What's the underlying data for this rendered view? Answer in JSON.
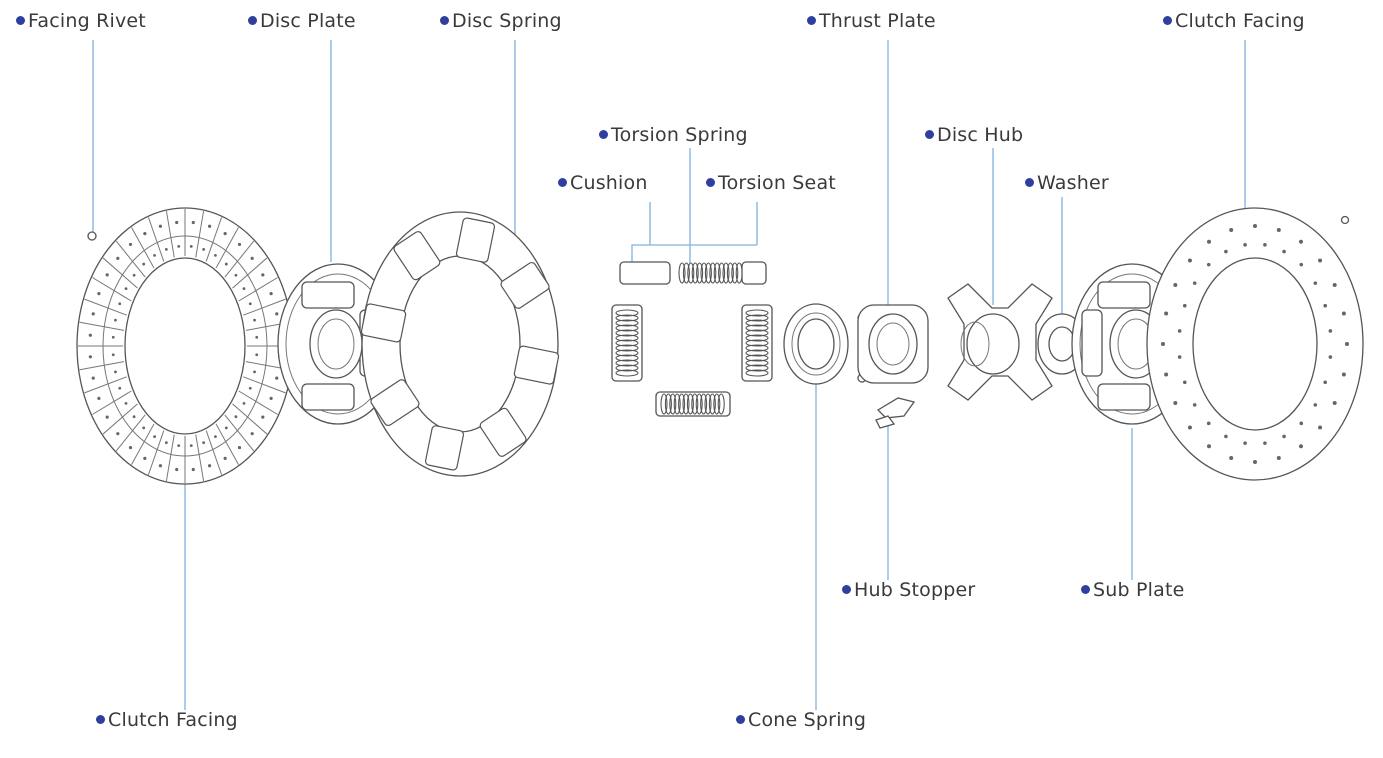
{
  "labels": {
    "facing_rivet": "Facing Rivet",
    "disc_plate": "Disc Plate",
    "disc_spring": "Disc Spring",
    "thrust_plate": "Thrust Plate",
    "clutch_facing_top": "Clutch Facing",
    "torsion_spring": "Torsion Spring",
    "cushion": "Cushion",
    "torsion_seat": "Torsion Seat",
    "disc_hub": "Disc Hub",
    "washer": "Washer",
    "hub_stopper": "Hub Stopper",
    "sub_plate": "Sub Plate",
    "clutch_facing_bottom": "Clutch Facing",
    "cone_spring": "Cone Spring"
  },
  "colors": {
    "bullet": "#2e3f9e",
    "leader": "#7fb2dd",
    "outline": "#555555"
  }
}
